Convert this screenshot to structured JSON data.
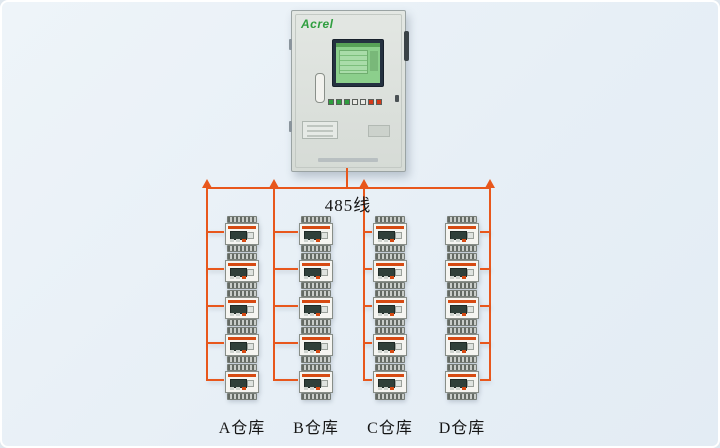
{
  "page": {
    "background": "#e9f0f6",
    "line_color": "#e8571c"
  },
  "cabinet": {
    "brand": "Acrel",
    "brand_color": "#2f9e3f"
  },
  "bus": {
    "label": "485线"
  },
  "warehouses": [
    {
      "label": "A仓库"
    },
    {
      "label": "B仓库"
    },
    {
      "label": "C仓库"
    },
    {
      "label": "D仓库"
    }
  ],
  "layout_counts": {
    "columns": 4,
    "devices_per_column": 5
  }
}
